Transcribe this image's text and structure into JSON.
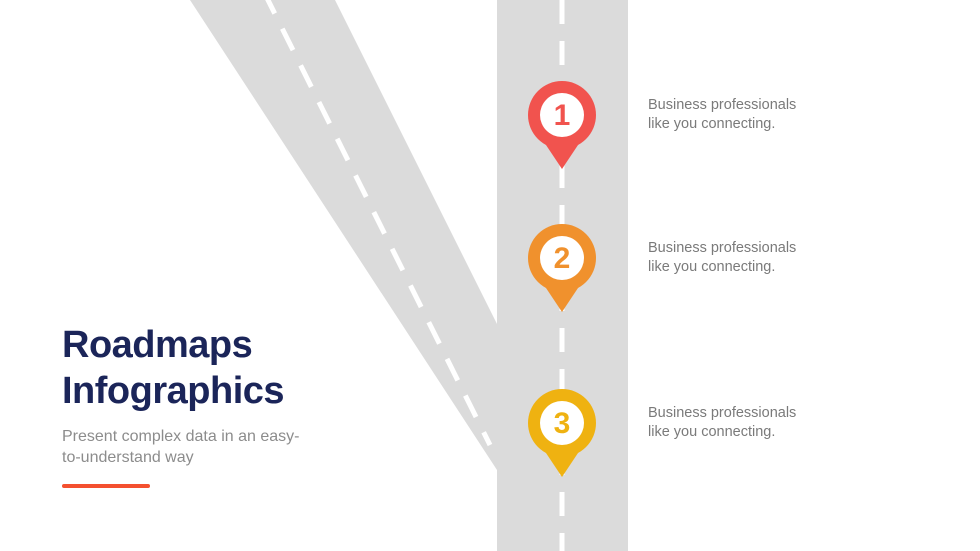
{
  "slide": {
    "title": "Roadmaps Infographics",
    "subtitle": "Present complex data in an easy-to-understand way"
  },
  "colors": {
    "title": "#1B2559",
    "road": "#DBDBDB",
    "road_dash": "#FFFFFF",
    "accent_line": "#F4502F"
  },
  "roadmap": {
    "items": [
      {
        "number": "1",
        "color": "#F1534E",
        "text": "Business professionals like you connecting."
      },
      {
        "number": "2",
        "color": "#F0912D",
        "text": "Business professionals like you connecting."
      },
      {
        "number": "3",
        "color": "#EFB211",
        "text": "Business professionals like you connecting."
      }
    ]
  }
}
